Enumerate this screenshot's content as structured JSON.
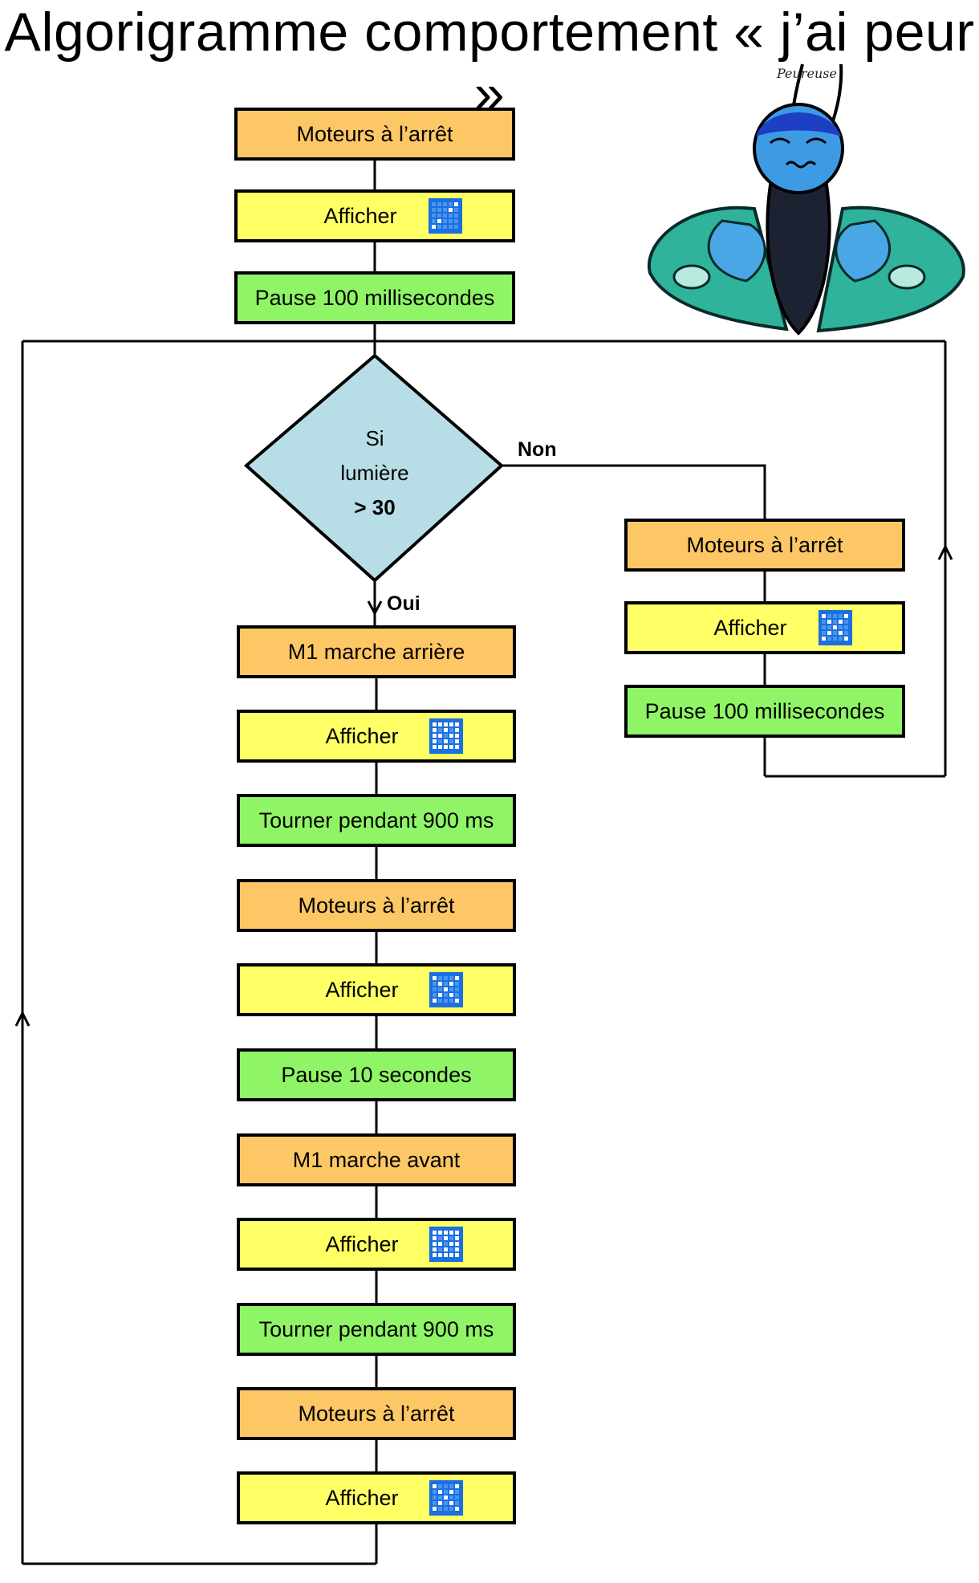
{
  "title": "Algorigramme comportement « j’ai peur »",
  "signature": "Peureuse",
  "colors": {
    "motor": "#fdc765",
    "display": "#ffff66",
    "wait": "#8ff566",
    "decision": "#b7dde6",
    "led_on": "#ffffff",
    "led_off": "#1b6fe0"
  },
  "init": [
    {
      "label": "Moteurs à l’arrêt",
      "kind": "motor"
    },
    {
      "label": "Afficher",
      "kind": "display",
      "icon": "led-diagonal-icon"
    },
    {
      "label": "Pause 100 millisecondes",
      "kind": "wait"
    }
  ],
  "decision": {
    "line1": "Si",
    "line2": "lumière",
    "line3": "> 30",
    "yes_label": "Oui",
    "no_label": "Non"
  },
  "yes_branch": [
    {
      "label": "M1 marche arrière",
      "kind": "motor"
    },
    {
      "label": "Afficher",
      "kind": "display",
      "icon": "led-grid-icon"
    },
    {
      "label": "Tourner pendant 900 ms",
      "kind": "wait"
    },
    {
      "label": "Moteurs à l’arrêt",
      "kind": "motor"
    },
    {
      "label": "Afficher",
      "kind": "display",
      "icon": "led-cross-icon"
    },
    {
      "label": "Pause 10 secondes",
      "kind": "wait"
    },
    {
      "label": "M1 marche avant",
      "kind": "motor"
    },
    {
      "label": "Afficher",
      "kind": "display",
      "icon": "led-grid-icon"
    },
    {
      "label": "Tourner pendant 900 ms",
      "kind": "wait"
    },
    {
      "label": "Moteurs à l’arrêt",
      "kind": "motor"
    },
    {
      "label": "Afficher",
      "kind": "display",
      "icon": "led-cross-icon"
    }
  ],
  "no_branch": [
    {
      "label": "Moteurs à l’arrêt",
      "kind": "motor"
    },
    {
      "label": "Afficher",
      "kind": "display",
      "icon": "led-cross-icon"
    },
    {
      "label": "Pause 100 millisecondes",
      "kind": "wait"
    }
  ],
  "icons": {
    "moth_illustration": "scared-moth-icon"
  }
}
